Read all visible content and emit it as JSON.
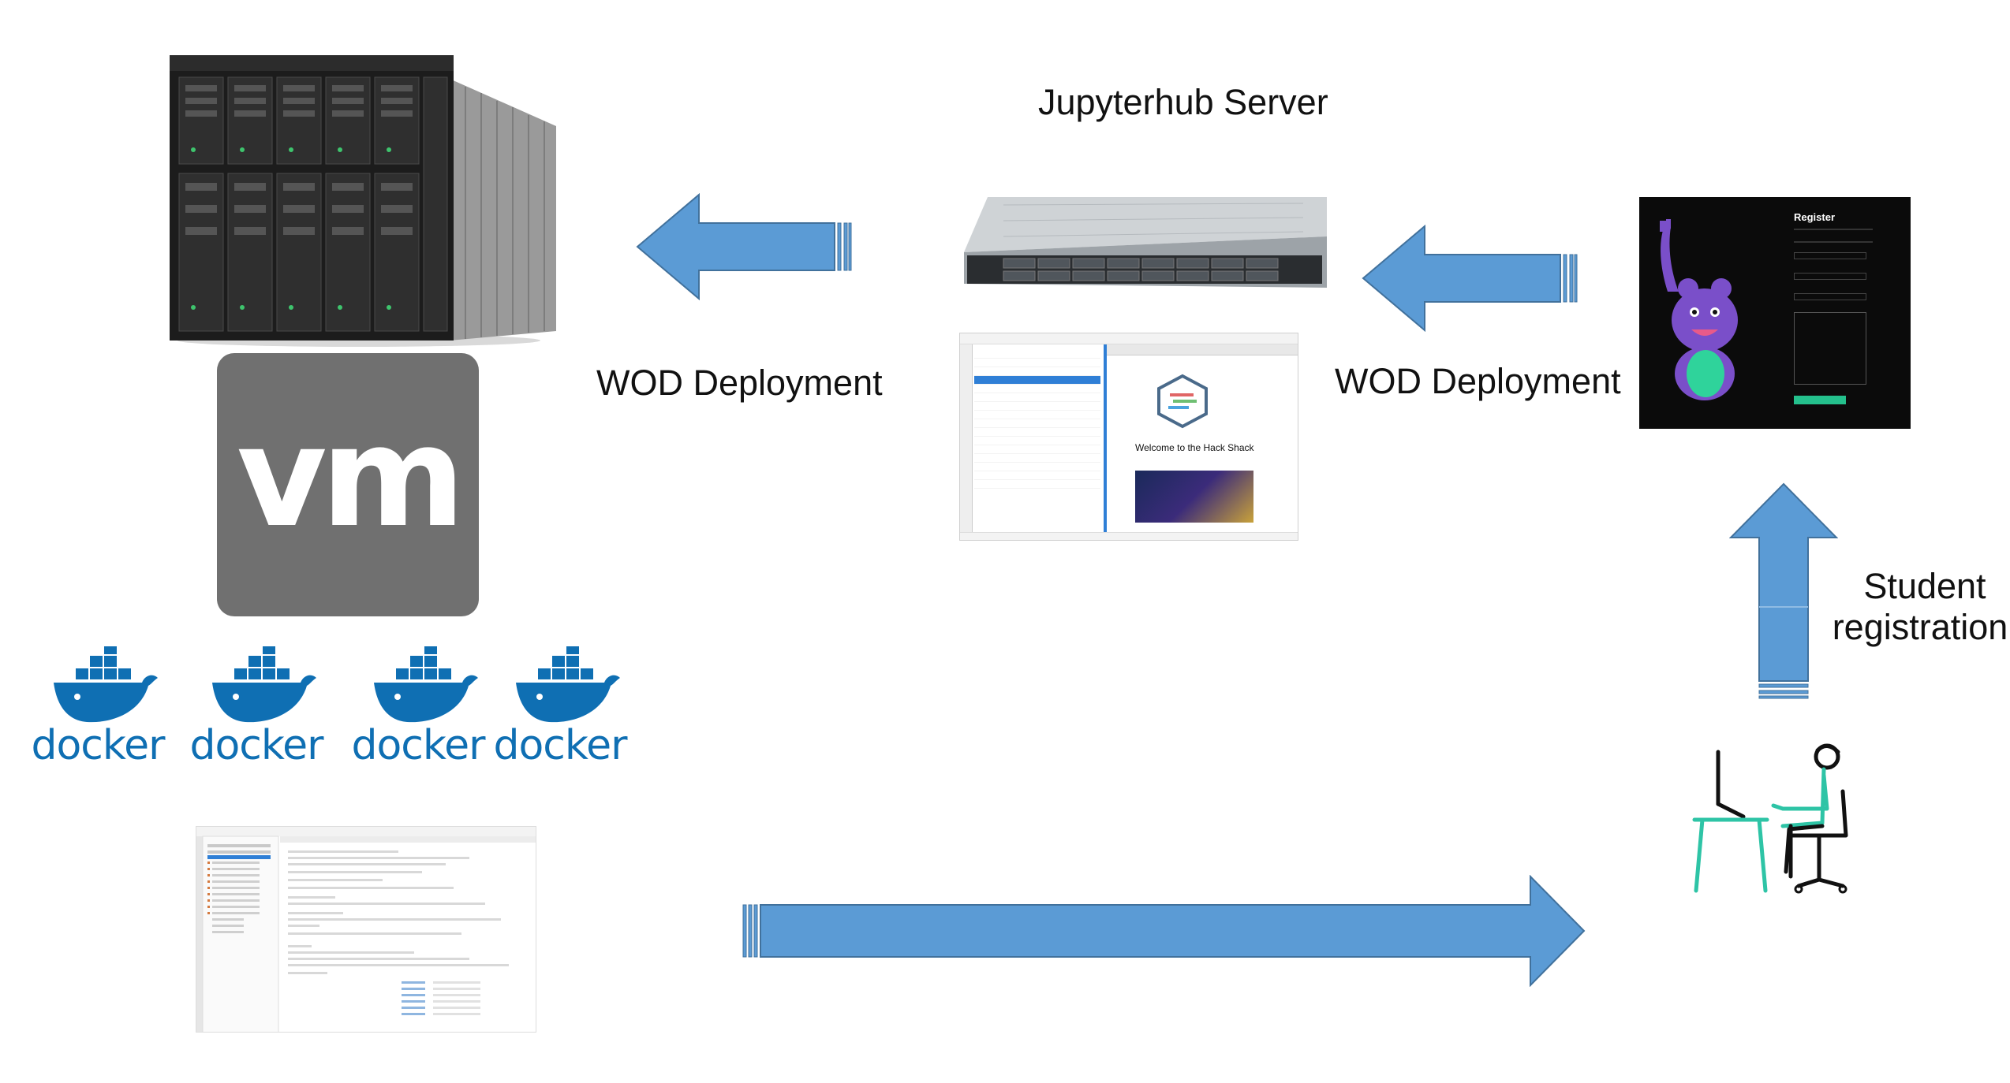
{
  "labels": {
    "jupyterhub_server": "Jupyterhub Server",
    "wod_deployment_left": "WOD Deployment",
    "wod_deployment_right": "WOD Deployment",
    "student_registration_line1": "Student",
    "student_registration_line2": "registration"
  },
  "vmware_logo_text": "vm",
  "docker_labels": [
    "docker",
    "docker",
    "docker",
    "docker"
  ],
  "jupyter_screenshot": {
    "welcome": "Welcome to the Hack Shack"
  },
  "register_screenshot": {
    "title": "Register"
  },
  "colors": {
    "arrow_fill": "#5b9bd5",
    "arrow_stroke": "#41719c",
    "docker_blue": "#0f6fb3",
    "vmware_gray": "#707070",
    "mascot_purple": "#7a4fc9",
    "mascot_green": "#2fd39b",
    "person_teal": "#2ec4a6"
  },
  "icons": [
    "blade-server-icon",
    "rack-server-icon",
    "vmware-logo",
    "docker-logo",
    "mascot-image",
    "student-at-desk-icon"
  ]
}
